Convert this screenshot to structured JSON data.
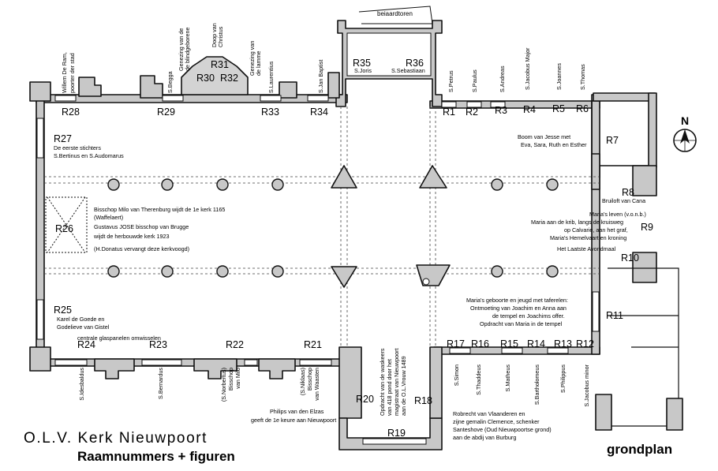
{
  "title": "O.L.V. Kerk Nieuwpoort",
  "subtitle": "Raamnummers + figuren",
  "plan_label": "grondplan",
  "tower_label": "beiaardtoren",
  "compass_label": "N",
  "windows": {
    "R1": "R1",
    "R2": "R2",
    "R3": "R3",
    "R4": "R4",
    "R5": "R5",
    "R6": "R6",
    "R7": "R7",
    "R8": "R8",
    "R9": "R9",
    "R10": "R10",
    "R11": "R11",
    "R12": "R12",
    "R13": "R13",
    "R14": "R14",
    "R15": "R15",
    "R16": "R16",
    "R17": "R17",
    "R18": "R18",
    "R19": "R19",
    "R20": "R20",
    "R21": "R21",
    "R22": "R22",
    "R23": "R23",
    "R24": "R24",
    "R25": "R25",
    "R26": "R26",
    "R27": "R27",
    "R28": "R28",
    "R29": "R29",
    "R30": "R30",
    "R31": "R31",
    "R32": "R32",
    "R33": "R33",
    "R34": "R34",
    "R35": "R35",
    "R36": "R36"
  },
  "figures": {
    "r28": [
      "Willem De Ram,",
      "poorter der stad"
    ],
    "r29": [
      "S.Begga"
    ],
    "r30": [
      "Genezing van de",
      "de blindgeborene"
    ],
    "r31": [
      "Doop van",
      "Christus"
    ],
    "r32": [
      "Genezing van",
      "de lamme"
    ],
    "r33": [
      "S.Laurentius"
    ],
    "r34": [
      "S.Jan Baptist"
    ],
    "r35": "S.Joris",
    "r36": "S.Sebastiaan",
    "north_saints": [
      "S.Petrus",
      "S.Paulus",
      "S.Andreas",
      "S.Jacobus Major",
      "S.Joannes",
      "S.Thomas"
    ],
    "r7": [
      "Boom van Jesse met",
      "Eva, Sara, Ruth en Esther"
    ],
    "r8": "Bruiloft van Cana",
    "r9": [
      "Maria's leven (v.o.n.b.)",
      "Maria aan de krib, langs de kruisweg",
      "op Calvarie, aan het graf,",
      "Maria's Hemelvaart en kroning"
    ],
    "r10": "Het Laatste Avondmaal",
    "r11": [
      "Maria's geboorte en jeugd met taferelen:",
      "Ontmoeting van Joachim en Anna aan",
      "de tempel en Joachims offer.",
      "Opdracht van Maria in de tempel"
    ],
    "r27": [
      "De eerste stichters",
      "S.Bertinus en S.Audomarus"
    ],
    "r26": [
      "Bisschop Milo van Therenburg wijdt de 1e kerk 1165",
      "(Waffelaert)",
      "Gustavus JOSE bisschop van Brugge",
      "wijdt de herbouwde kerk 1923",
      "(H.Donatus vervangt deze kerkvoogd)"
    ],
    "r25": [
      "Karel de Goede en",
      "Godelieve van Gistel"
    ],
    "r24": "centrale glaspanelen omwisselen",
    "r24_saint": "S.Idesbaldus",
    "r23_saint": "S.Bernardus",
    "r22": [
      "(S.Norbertus)",
      "Bisschop",
      "van Milo"
    ],
    "r21": [
      "(S.Niklaas)",
      "Bisschop",
      "van Waasten"
    ],
    "r20": [
      "Philips van den Elzas",
      "geeft de 1e keure aan Nieuwpoort"
    ],
    "r18": [
      "Opdracht van de waskeers",
      "van 418 pond door het",
      "magistraat van Nieuwpoort",
      "aan de O.L.Vrouw 1489"
    ],
    "r19": [
      "Robrecht van Vlaanderen en",
      "zijne gemalin Clemence, schenker",
      "Santeshove (Oud Nieuwpoortse grond)",
      "aan de abdij van Burburg"
    ],
    "south_saints": [
      "S.Simon",
      "S.Thaddeus",
      "S.Matheus",
      "S.Bartholomeus",
      "S.Philippus",
      "S.Jacobus minor"
    ]
  }
}
